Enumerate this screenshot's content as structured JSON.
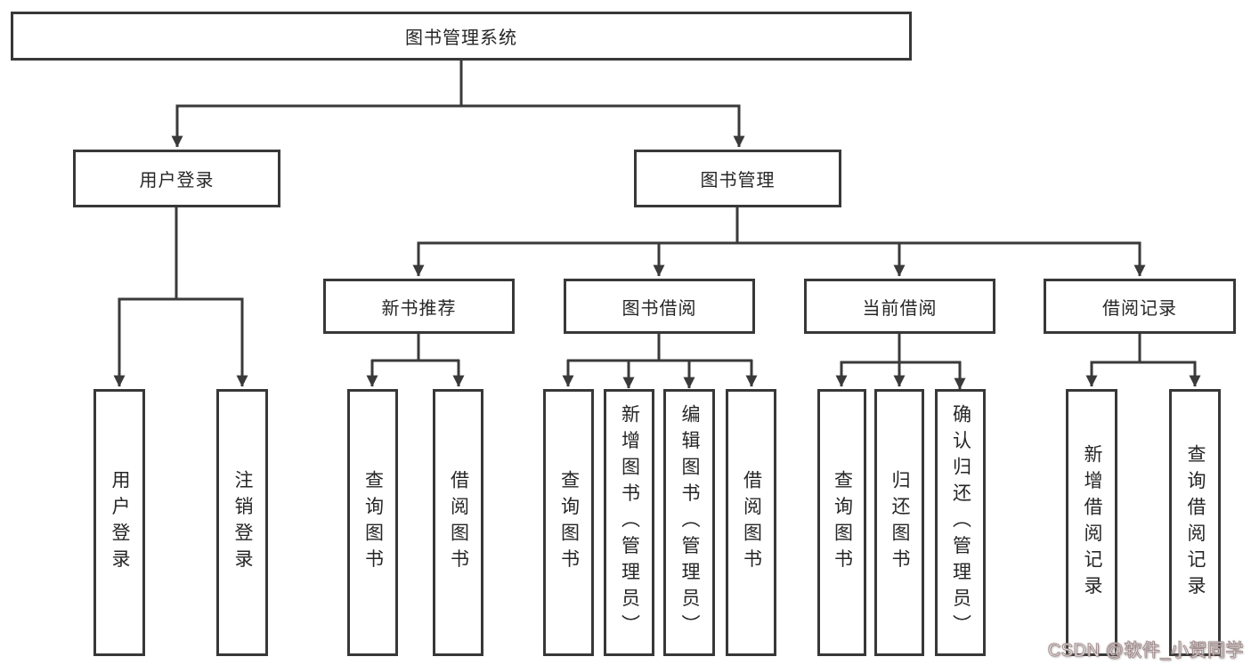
{
  "colors": {
    "line": "#3a3a3a",
    "box_border": "#383838",
    "box_fill": "#ffffff",
    "label_text": "#262626",
    "watermark_text": "#ffffff",
    "watermark_outline": "#968080"
  },
  "tree": {
    "root": "图书管理系统",
    "children": [
      {
        "label": "用户登录",
        "children": [
          "用户登录",
          "注销登录"
        ]
      },
      {
        "label": "图书管理",
        "children": [
          {
            "label": "新书推荐",
            "children": [
              "查询图书",
              "借阅图书"
            ]
          },
          {
            "label": "图书借阅",
            "children": [
              "查询图书",
              "新增图书（管理员）",
              "编辑图书（管理员）",
              "借阅图书"
            ]
          },
          {
            "label": "当前借阅",
            "children": [
              "查询图书",
              "归还图书",
              "确认归还（管理员）"
            ]
          },
          {
            "label": "借阅记录",
            "children": [
              "新增借阅记录",
              "查询借阅记录"
            ]
          }
        ]
      }
    ]
  },
  "watermark": {
    "text": "CSDN @软件_小贺同学"
  }
}
